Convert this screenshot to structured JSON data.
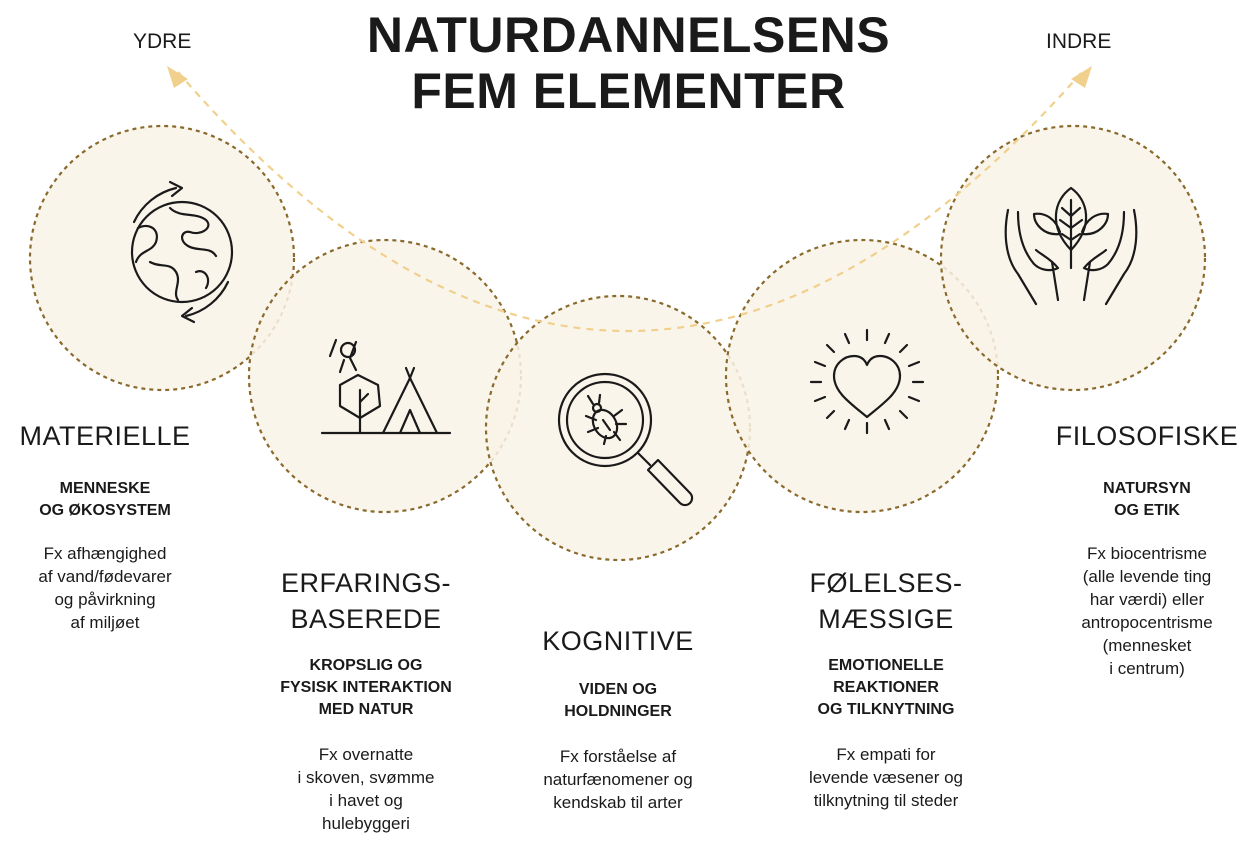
{
  "title": {
    "line1": "NATURDANNELSENS",
    "line2": "FEM ELEMENTER"
  },
  "directions": {
    "left": "YDRE",
    "right": "INDRE"
  },
  "colors": {
    "circle_fill": "#f9f3e7",
    "circle_stroke": "#8a6a2c",
    "arc": "#f0d08c",
    "text": "#1a1a1a"
  },
  "elements": [
    {
      "name": "MATERIELLE",
      "subtitle": "MENNESKE\nOG ØKOSYSTEM",
      "example": "Fx afhængighed\naf vand/fødevarer\nog påvirkning\naf miljøet",
      "icon": "globe-recycle-icon"
    },
    {
      "name": "ERFARINGS-\nBASEREDE",
      "subtitle": "KROPSLIG OG\nFYSISK INTERAKTION\nMED NATUR",
      "example": "Fx overnatte\ni skoven, svømme\ni havet og\nhulebyggeri",
      "icon": "tent-tree-icon"
    },
    {
      "name": "KOGNITIVE",
      "subtitle": "VIDEN OG\nHOLDNINGER",
      "example": "Fx forståelse af\nnaturfænomener og\nkendskab til arter",
      "icon": "magnifier-beetle-icon"
    },
    {
      "name": "FØLELSES-\nMÆSSIGE",
      "subtitle": "EMOTIONELLE\nREAKTIONER\nOG TILKNYTNING",
      "example": "Fx empati for\nlevende væsener og\ntilknytning til steder",
      "icon": "radiant-heart-icon"
    },
    {
      "name": "FILOSOFISKE",
      "subtitle": "NATURSYN\nOG ETIK",
      "example": "Fx biocentrisme\n(alle levende ting\nhar værdi) eller\nantropocentrisme\n(mennesket\ni centrum)",
      "icon": "hands-leaf-icon"
    }
  ]
}
